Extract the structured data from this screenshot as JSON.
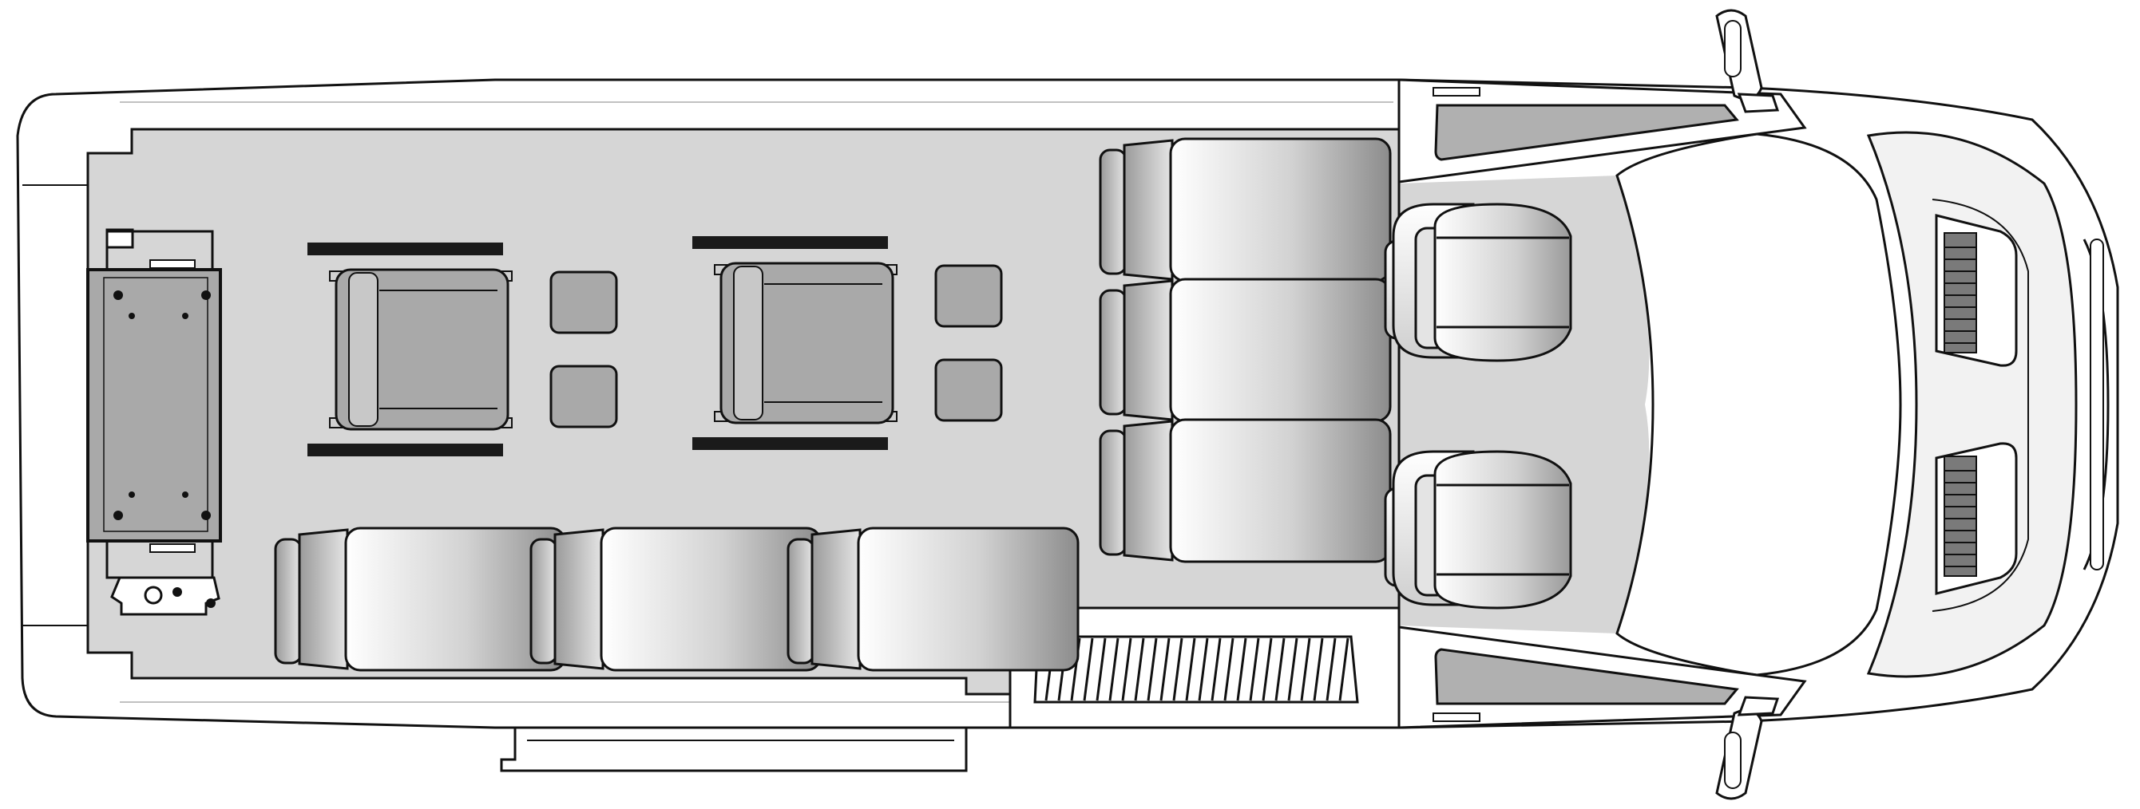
{
  "diagram": {
    "kind": "vehicle-floor-plan",
    "view": "top-down",
    "colors": {
      "outline": "#111111",
      "body": "#ffffff",
      "floor": "#d6d6d6",
      "cushion": "#a9a9a9",
      "cushion_light": "#c8c8c8",
      "strap": "#1a1a1a",
      "window": "#b0b0b0"
    },
    "components": {
      "wheelchair_lift": "folded-lift",
      "wheelchair_positions": 2,
      "rear_passenger_seats": 3,
      "bench_seat_cushions": 3,
      "front_seats": 2,
      "side_step": "ribbed-entry-step",
      "side_mirrors": 2,
      "windshield_vents": 2
    }
  }
}
